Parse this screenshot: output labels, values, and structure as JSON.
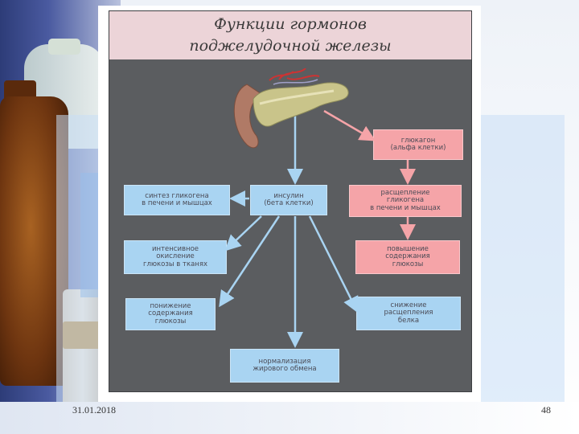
{
  "slide": {
    "footer_date": "31.01.2018",
    "page_number": "48"
  },
  "diagram": {
    "title_line1": "Функции гормонов",
    "title_line2": "поджелудочной железы",
    "nodes": {
      "glucagon": "глюкагон\n(альфа клетки)",
      "insulin": "инсулин\n(бета клетки)",
      "glycogen_synthesis": "синтез гликогена\nв печени и мышцах",
      "glycogen_breakdown": "расщепление\nгликогена\nв печени и мышцах",
      "glucose_oxidation": "интенсивное\nокисление\nглюкозы в тканях",
      "glucose_increase": "повышение\nсодержания\nглюкозы",
      "glucose_decrease": "понижение\nсодержания\nглюкозы",
      "protein_breakdown_decrease": "снижение\nрасщепления\nбелка",
      "fat_normalization": "нормализация\nжирового обмена"
    },
    "colors": {
      "background": "#5b5d60",
      "title_band": "#ecd4d8",
      "insulin_path": "#a9d4f2",
      "glucagon_path": "#f5a4a8"
    }
  }
}
